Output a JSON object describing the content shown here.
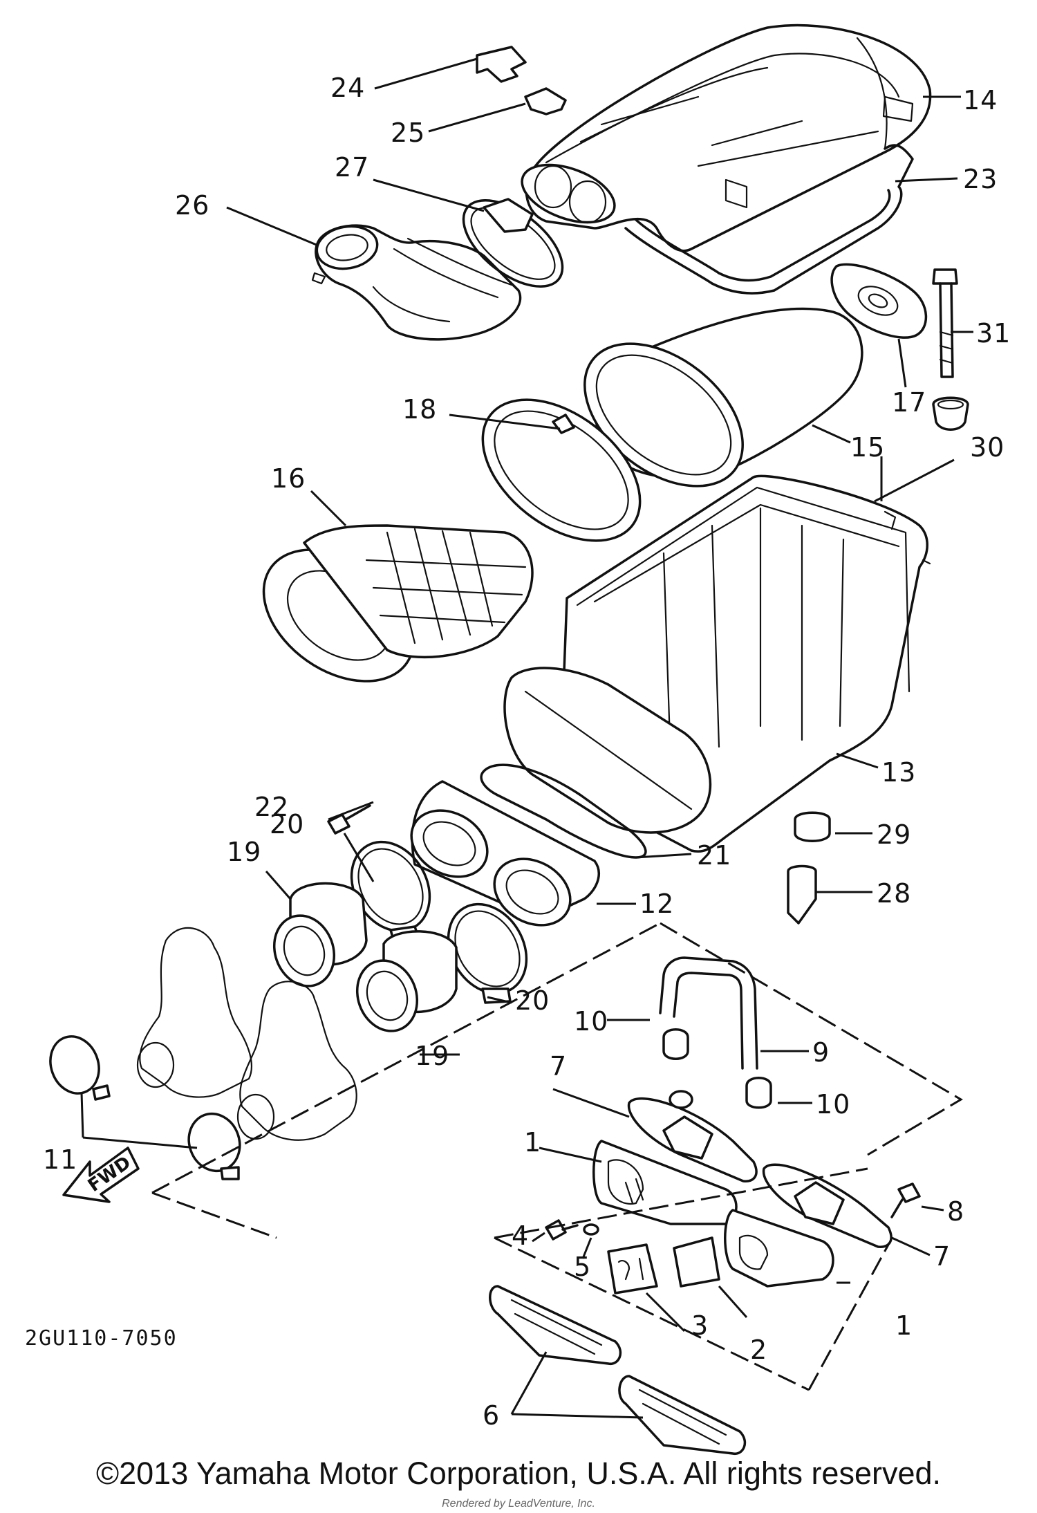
{
  "callouts": {
    "c1a": "1",
    "c1b": "1",
    "c2": "2",
    "c3": "3",
    "c4": "4",
    "c5": "5",
    "c6": "6",
    "c7a": "7",
    "c7b": "7",
    "c8": "8",
    "c9": "9",
    "c10a": "10",
    "c10b": "10",
    "c11": "11",
    "c12": "12",
    "c13": "13",
    "c14": "14",
    "c15": "15",
    "c16": "16",
    "c17": "17",
    "c18": "18",
    "c19a": "19",
    "c19b": "19",
    "c20a": "20",
    "c20b": "20",
    "c21": "21",
    "c22": "22",
    "c23": "23",
    "c24": "24",
    "c25": "25",
    "c26": "26",
    "c27": "27",
    "c28": "28",
    "c29": "29",
    "c30": "30",
    "c31": "31"
  },
  "fwd_label": "FWD",
  "diagram_code": "2GU110-7050",
  "copyright": "©2013 Yamaha Motor Corporation, U.S.A. All rights reserved.",
  "watermark": "Rendered by LeadVenture, Inc."
}
